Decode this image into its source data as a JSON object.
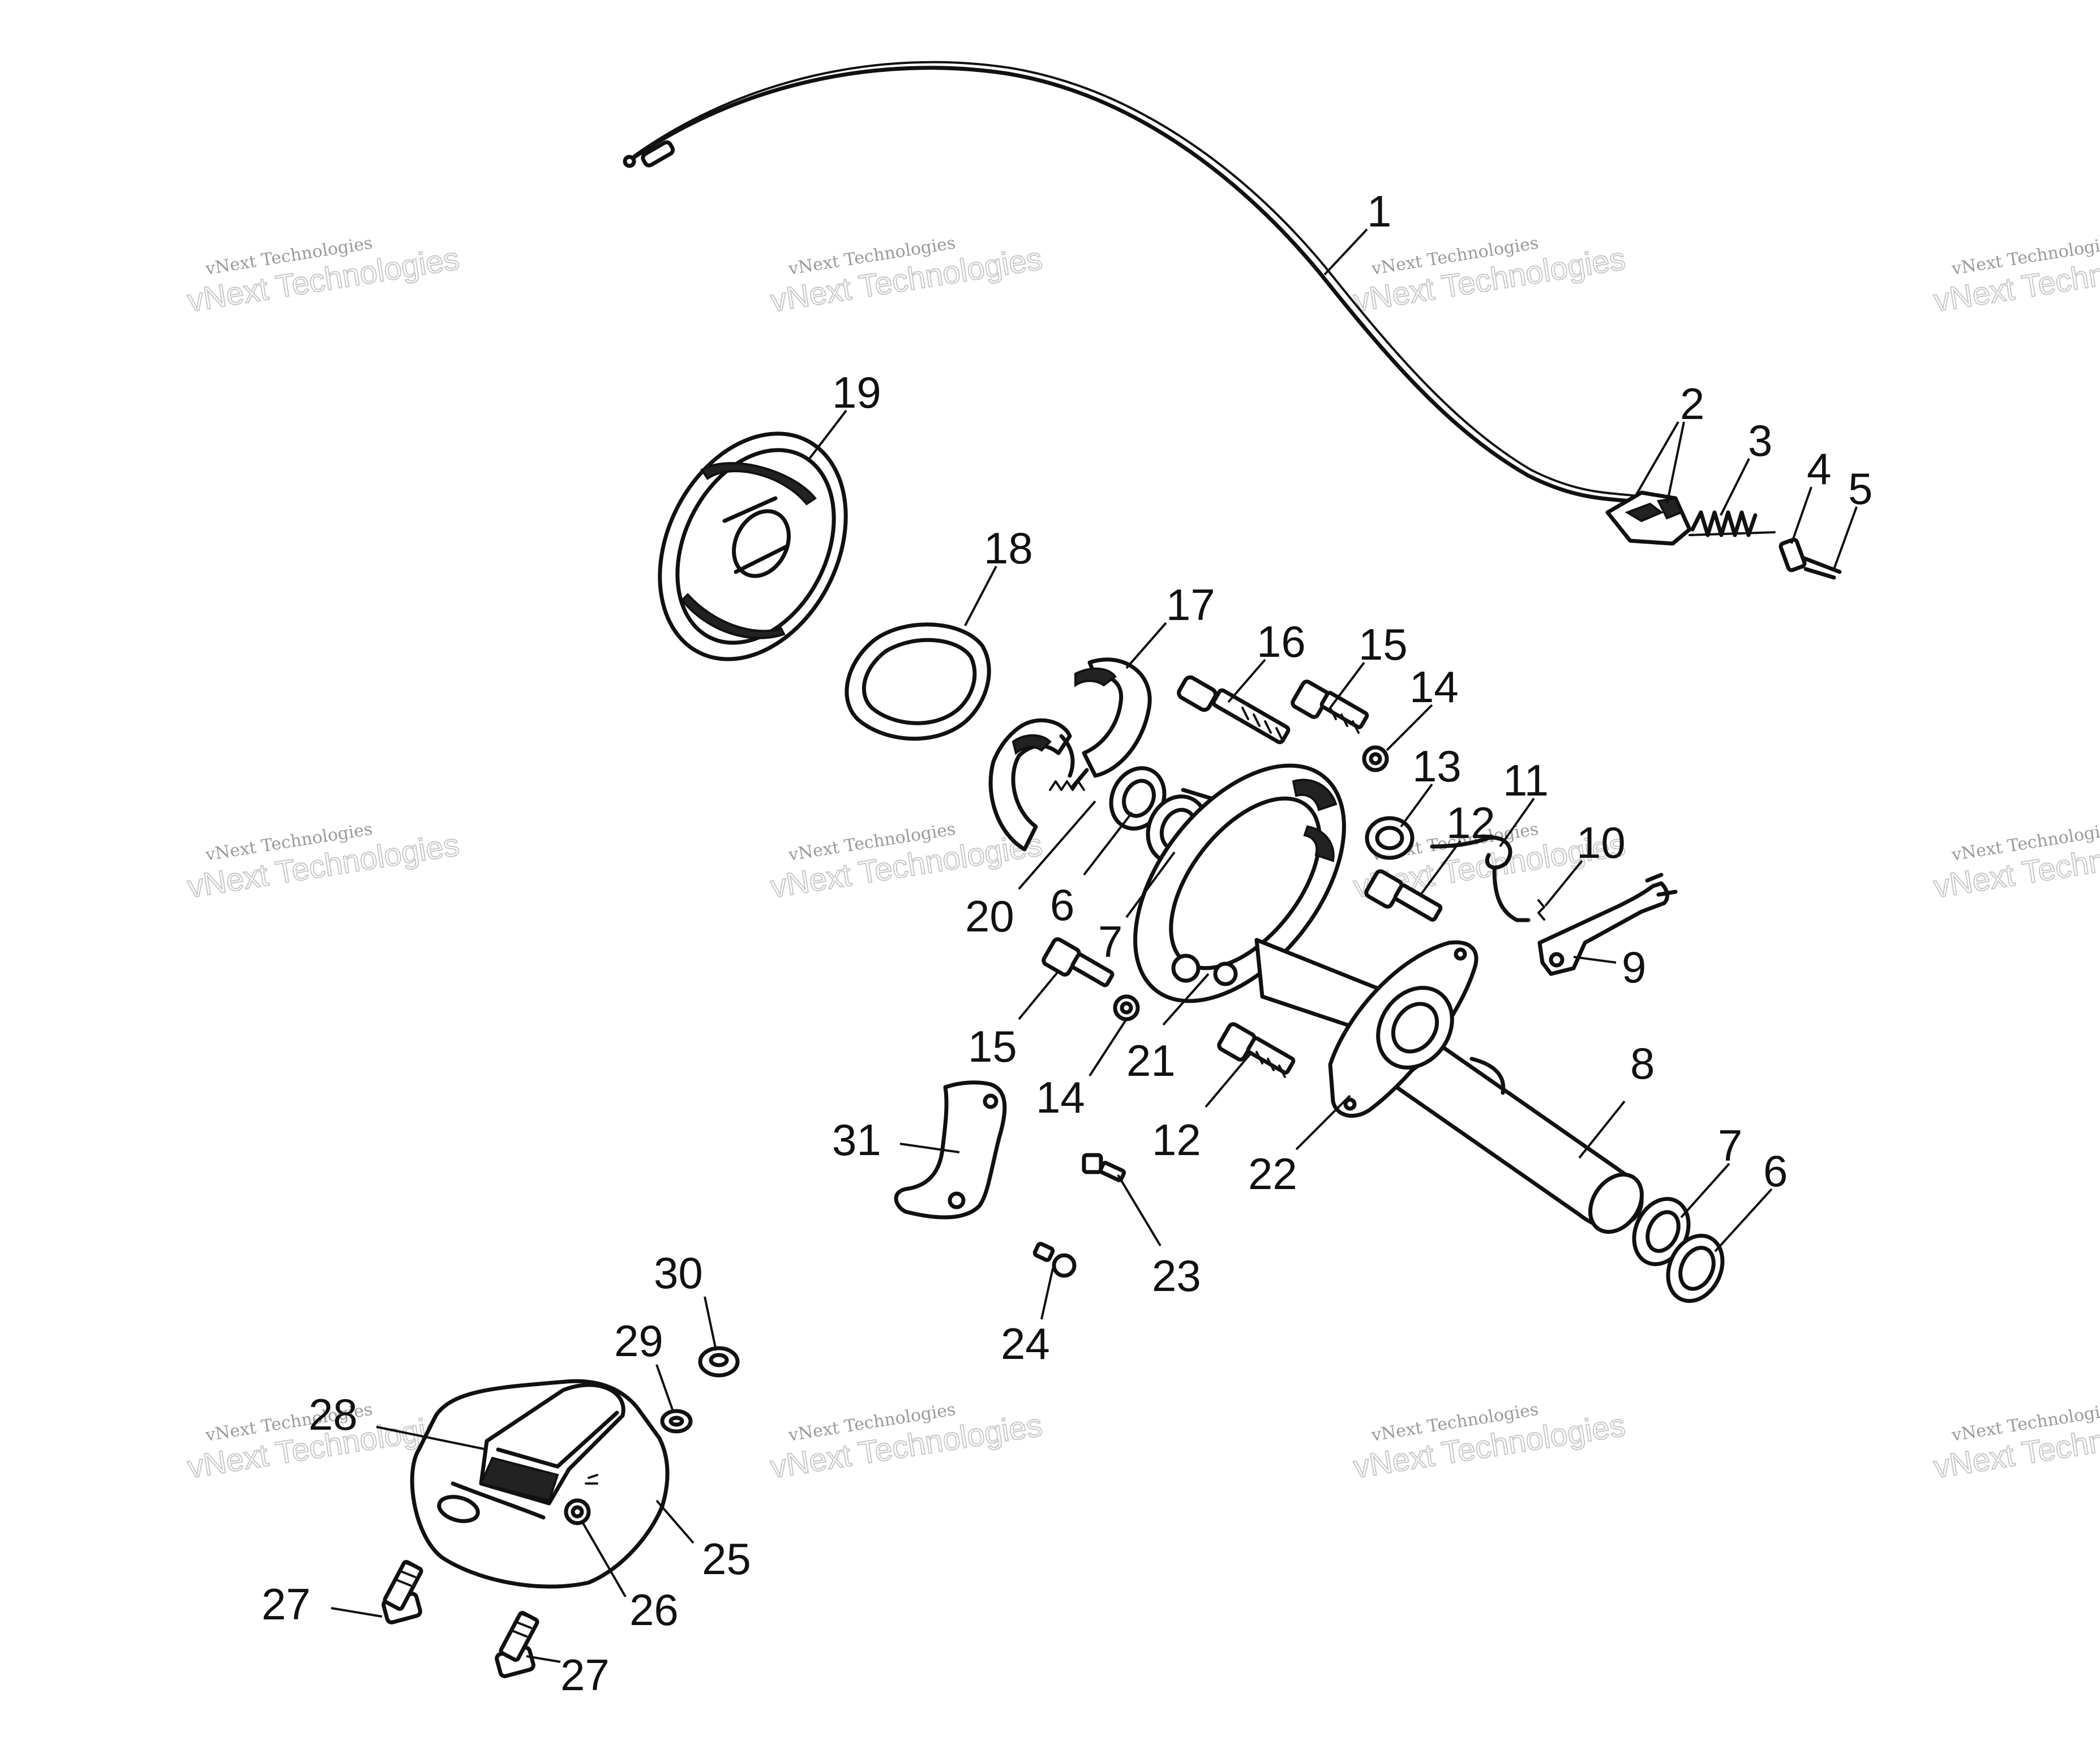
{
  "watermark": {
    "small_text": "vNext Technologies",
    "large_text": "vNext Technologies"
  },
  "callouts": {
    "c1": "1",
    "c2": "2",
    "c3": "3",
    "c4": "4",
    "c5": "5",
    "c6a": "6",
    "c6b": "6",
    "c7a": "7",
    "c7b": "7",
    "c8": "8",
    "c9": "9",
    "c10": "10",
    "c11": "11",
    "c12a": "12",
    "c12b": "12",
    "c13": "13",
    "c14a": "14",
    "c14b": "14",
    "c15a": "15",
    "c15b": "15",
    "c16": "16",
    "c17": "17",
    "c18": "18",
    "c19": "19",
    "c20": "20",
    "c21": "21",
    "c22": "22",
    "c23": "23",
    "c24": "24",
    "c25": "25",
    "c26": "26",
    "c27a": "27",
    "c27b": "27",
    "c28": "28",
    "c29": "29",
    "c30": "30",
    "c31": "31"
  }
}
